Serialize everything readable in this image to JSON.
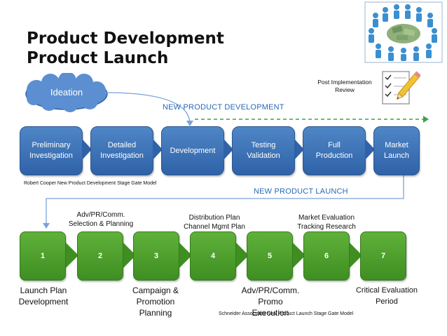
{
  "title": {
    "line1": "Product Development",
    "line2": "Product Launch"
  },
  "ideation": "Ideation",
  "post_review": {
    "line1": "Post Implementation",
    "line2": "Review"
  },
  "npd_heading": "NEW PRODUCT DEVELOPMENT",
  "npl_heading": "NEW PRODUCT LAUNCH",
  "npd_stages": [
    {
      "line1": "Preliminary",
      "line2": "Investigation"
    },
    {
      "line1": "Detailed",
      "line2": "Investigation"
    },
    {
      "line1": "Development",
      "line2": ""
    },
    {
      "line1": "Testing",
      "line2": "Validation"
    },
    {
      "line1": "Full",
      "line2": "Production"
    },
    {
      "line1": "Market",
      "line2": "Launch"
    }
  ],
  "cooper_note": "Robert Cooper New Product Development Stage Gate Model",
  "launch_steps": [
    "1",
    "2",
    "3",
    "4",
    "5",
    "6",
    "7"
  ],
  "top_captions": [
    {
      "line1": "Adv/PR/Comm.",
      "line2": "Selection & Planning"
    },
    {
      "line1": "Distribution Plan",
      "line2": "Channel Mgmt Plan"
    },
    {
      "line1": "Market Evaluation",
      "line2": "Tracking Research"
    }
  ],
  "bottom_captions": [
    {
      "line1": "Launch Plan",
      "line2": "Development",
      "line3": ""
    },
    {
      "line1": "Campaign &",
      "line2": "Promotion",
      "line3": "Planning"
    },
    {
      "line1": "Adv/PR/Comm.",
      "line2": "Promo",
      "line3": "Execution"
    },
    {
      "line1": "Critical Evaluation",
      "line2": "Period",
      "line3": ""
    }
  ],
  "schneider_note": "Schneider Associates New Product Launch Stage Gate Model",
  "colors": {
    "stage_blue": "#2f62a8",
    "step_green": "#3f8e22",
    "heading_blue": "#2a6ab5",
    "feedback_arrow": "#3aa34a",
    "connector": "#7aa3d6"
  },
  "icons": {
    "money_crowd": "people-around-money-icon",
    "checklist": "checklist-pencil-icon"
  }
}
